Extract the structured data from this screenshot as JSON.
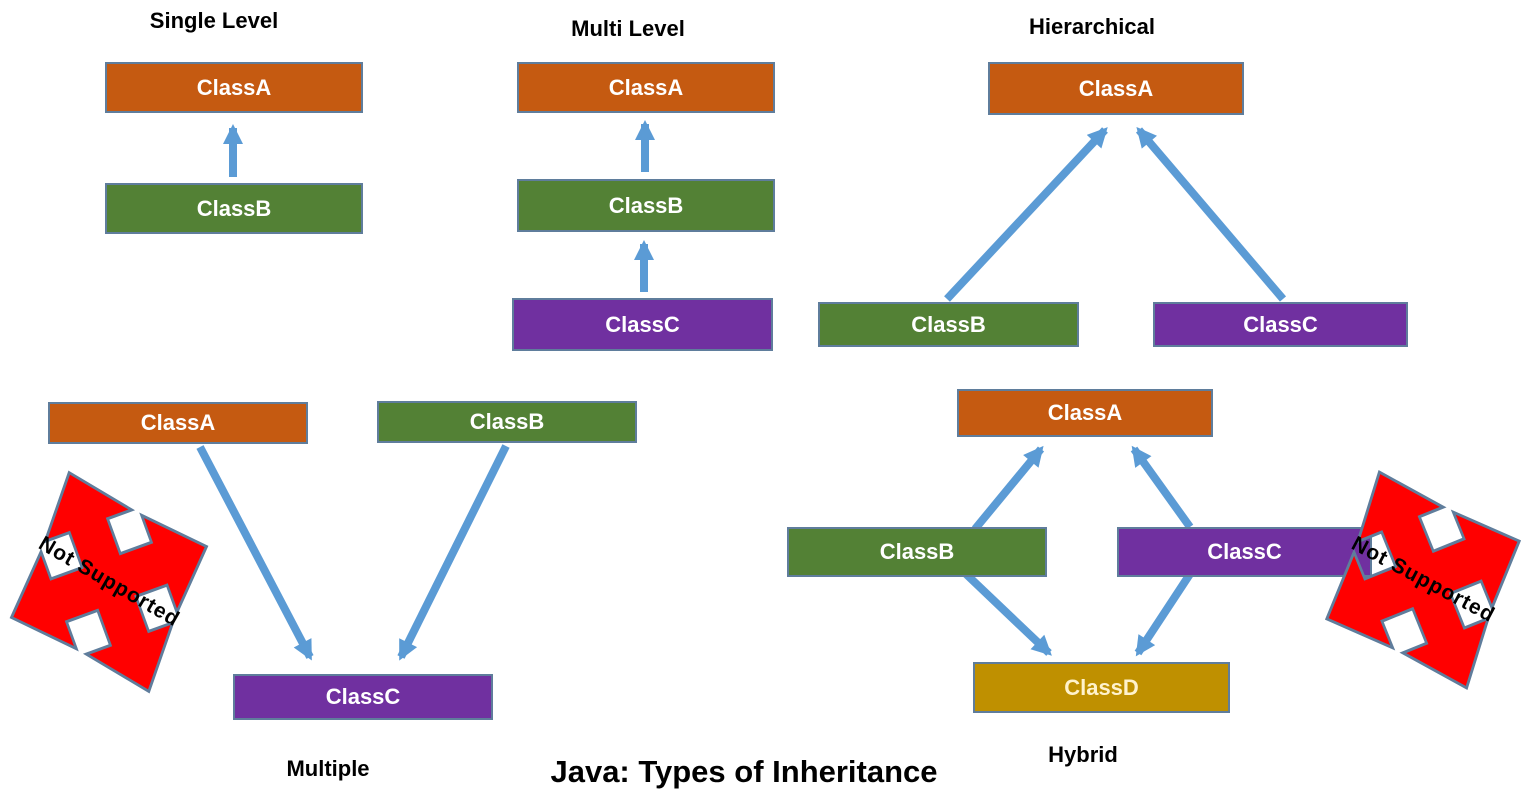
{
  "title": "Java: Types of Inheritance",
  "colors": {
    "orange": "#C55A11",
    "green": "#538135",
    "purple": "#7030A0",
    "gold": "#BF9000",
    "arrow_blue": "#5B9BD5",
    "not_supported_red": "#FF0000",
    "box_border": "#5F7D9C",
    "box_text": "#FFFFFF",
    "gold_box_text": "#FFF2CC",
    "label_text": "#000000"
  },
  "sections": {
    "single_level": {
      "label": "Single Level",
      "nodes": [
        {
          "label": "ClassA",
          "color": "orange"
        },
        {
          "label": "ClassB",
          "color": "green"
        }
      ],
      "edges": [
        {
          "from": "ClassB",
          "to": "ClassA"
        }
      ]
    },
    "multi_level": {
      "label": "Multi Level",
      "nodes": [
        {
          "label": "ClassA",
          "color": "orange"
        },
        {
          "label": "ClassB",
          "color": "green"
        },
        {
          "label": "ClassC",
          "color": "purple"
        }
      ],
      "edges": [
        {
          "from": "ClassB",
          "to": "ClassA"
        },
        {
          "from": "ClassC",
          "to": "ClassB"
        }
      ]
    },
    "hierarchical": {
      "label": "Hierarchical",
      "nodes": [
        {
          "label": "ClassA",
          "color": "orange"
        },
        {
          "label": "ClassB",
          "color": "green"
        },
        {
          "label": "ClassC",
          "color": "purple"
        }
      ],
      "edges": [
        {
          "from": "ClassB",
          "to": "ClassA"
        },
        {
          "from": "ClassC",
          "to": "ClassA"
        }
      ]
    },
    "multiple": {
      "label": "Multiple",
      "badge": "Not Supported",
      "nodes": [
        {
          "label": "ClassA",
          "color": "orange"
        },
        {
          "label": "ClassB",
          "color": "green"
        },
        {
          "label": "ClassC",
          "color": "purple"
        }
      ],
      "edges": [
        {
          "from": "ClassA",
          "to": "ClassC"
        },
        {
          "from": "ClassB",
          "to": "ClassC"
        }
      ]
    },
    "hybrid": {
      "label": "Hybrid",
      "badge": "Not Supported",
      "nodes": [
        {
          "label": "ClassA",
          "color": "orange"
        },
        {
          "label": "ClassB",
          "color": "green"
        },
        {
          "label": "ClassC",
          "color": "purple"
        },
        {
          "label": "ClassD",
          "color": "gold"
        }
      ],
      "edges": [
        {
          "from": "ClassB",
          "to": "ClassA"
        },
        {
          "from": "ClassC",
          "to": "ClassA"
        },
        {
          "from": "ClassB",
          "to": "ClassD"
        },
        {
          "from": "ClassC",
          "to": "ClassD"
        }
      ]
    }
  }
}
